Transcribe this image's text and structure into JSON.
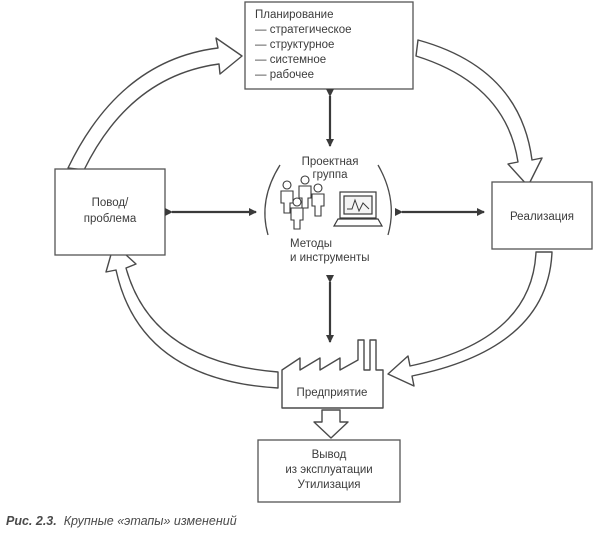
{
  "planning": {
    "title": "Планирование",
    "items": [
      "— стратегическое",
      "— структурное",
      "— системное",
      "— рабочее"
    ]
  },
  "cause": {
    "lines": [
      "Повод/",
      "проблема"
    ]
  },
  "realization": {
    "label": "Реализация"
  },
  "center": {
    "group_lines": [
      "Проектная",
      "группа"
    ],
    "methods_lines": [
      "Методы",
      "и инструменты"
    ]
  },
  "enterprise": {
    "label": "Предприятие"
  },
  "decommission": {
    "lines": [
      "Вывод",
      "из эксплуатации",
      "Утилизация"
    ]
  },
  "caption": {
    "figure": "Рис. 2.3.",
    "title": "Крупные «этапы» изменений"
  }
}
